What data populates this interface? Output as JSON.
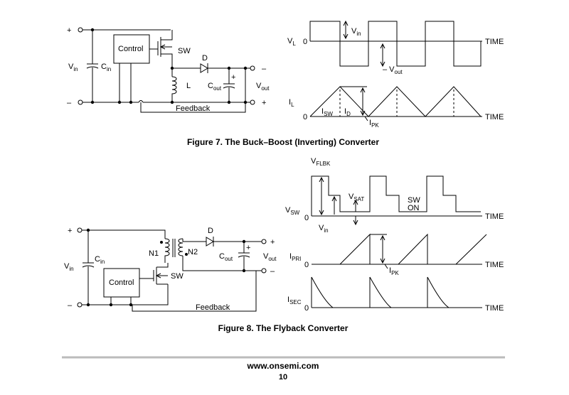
{
  "fig7": {
    "caption": "Figure 7. The Buck–Boost (Inverting) Converter",
    "plus_in": "+",
    "minus_in": "–",
    "vin": "V",
    "vin_sub": "in",
    "cin": "C",
    "cin_sub": "in",
    "control": "Control",
    "sw": "SW",
    "diode": "D",
    "inductor": "L",
    "cout": "C",
    "cout_sub": "out",
    "cout_plus": "+",
    "vout": "V",
    "vout_sub": "out",
    "minus_out": "–",
    "plus_out": "+",
    "feedback": "Feedback",
    "vl": "V",
    "vl_sub": "L",
    "zero": "0",
    "time": "TIME",
    "vin_wave": "V",
    "vin_wave_sub": "in",
    "vout_wave": "– V",
    "vout_wave_sub": "out",
    "il": "I",
    "il_sub": "L",
    "isw": "I",
    "isw_sub": "SW",
    "id": "I",
    "id_sub": "D",
    "ipk": "I",
    "ipk_sub": "PK"
  },
  "fig8": {
    "caption": "Figure 8. The Flyback Converter",
    "plus_in": "+",
    "minus_in": "–",
    "vin": "V",
    "vin_sub": "in",
    "cin": "C",
    "cin_sub": "in",
    "n1": "N1",
    "n2": "N2",
    "diode": "D",
    "control": "Control",
    "sw": "SW",
    "cout": "C",
    "cout_sub": "out",
    "cout_plus": "+",
    "vout": "V",
    "vout_sub": "out",
    "plus_out": "+",
    "minus_out": "–",
    "feedback": "Feedback",
    "vflbk": "V",
    "vflbk_sub": "FLBK",
    "vsat": "V",
    "vsat_sub": "SAT",
    "sw_on_1": "SW",
    "sw_on_2": "ON",
    "vsw": "V",
    "vsw_sub": "SW",
    "zero": "0",
    "time": "TIME",
    "vin_wave": "V",
    "vin_wave_sub": "in",
    "ipri": "I",
    "ipri_sub": "PRI",
    "ipk": "I",
    "ipk_sub": "PK",
    "isec": "I",
    "isec_sub": "SEC"
  },
  "footer": {
    "website": "www.onsemi.com",
    "page_number": "10"
  }
}
